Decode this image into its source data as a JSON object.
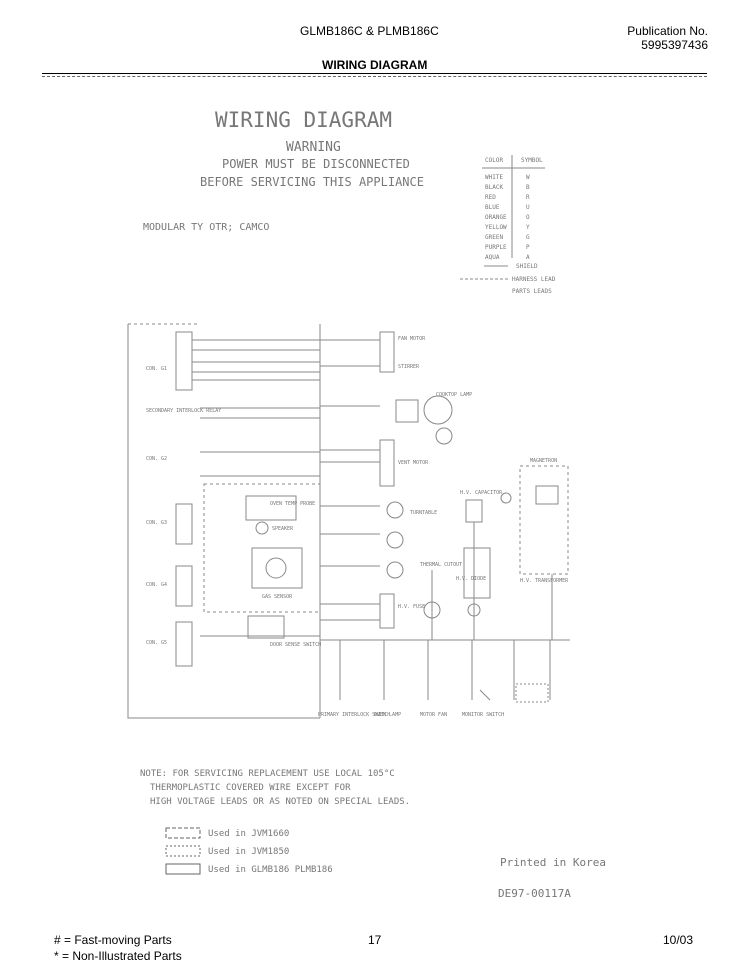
{
  "header": {
    "model": "GLMB186C & PLMB186C",
    "publication_label": "Publication No.",
    "publication_number": "5995397436",
    "section_title": "WIRING DIAGRAM"
  },
  "diagram": {
    "title": "WIRING DIAGRAM",
    "warning": "WARNING",
    "warning_line1": "POWER MUST BE DISCONNECTED",
    "warning_line2": "BEFORE SERVICING THIS APPLIANCE",
    "module": "MODULAR TY OTR; CAMCO",
    "color_table_header": [
      "COLOR",
      "SYMBOL"
    ],
    "color_table": [
      [
        "WHITE",
        "W"
      ],
      [
        "BLACK",
        "B"
      ],
      [
        "RED",
        "R"
      ],
      [
        "BLUE",
        "U"
      ],
      [
        "ORANGE",
        "O"
      ],
      [
        "YELLOW",
        "Y"
      ],
      [
        "GREEN",
        "G"
      ],
      [
        "PURPLE",
        "P"
      ],
      [
        "AQUA",
        "A"
      ]
    ],
    "shield_note": "SHIELD",
    "harness_note": "HARNESS LEAD",
    "parts_note": "PARTS LEADS",
    "labels": {
      "cont_g1": "CON. G1",
      "secondary": "SECONDARY INTERLOCK RELAY",
      "cont_g2": "CON. G2",
      "cont_g3": "CON. G3",
      "cont_g4": "CON. G4",
      "cont_g5": "CON. G5",
      "temp_probe": "OVEN TEMP PROBE",
      "speaker": "SPEAKER",
      "gas_sensor": "GAS SENSOR",
      "door_sensor": "DOOR SENSE SWITCH",
      "fan_motor": "FAN MOTOR",
      "stirrer": "STIRRER",
      "turntable": "TURNTABLE",
      "vent_motor": "VENT MOTOR",
      "cooktop": "COOKTOP LAMP",
      "thermal": "THERMAL CUTOUT",
      "primary_interlock": "PRIMARY INTERLOCK SWITCH",
      "oven_lamp": "OVEN LAMP",
      "motor_fan": "MOTOR FAN",
      "monitor": "MONITOR SWITCH",
      "hv_capacitor": "H.V. CAPACITOR",
      "magnetron": "MAGNETRON",
      "hv_transformer": "H.V. TRANSFORMER",
      "hv_diode": "H.V. DIODE",
      "hv_fuse": "H.V. FUSE"
    },
    "note_line1": "NOTE: FOR SERVICING REPLACEMENT USE LOCAL 105°C",
    "note_line2": "THERMOPLASTIC COVERED WIRE EXCEPT FOR",
    "note_line3": "HIGH VOLTAGE LEADS OR AS NOTED ON SPECIAL LEADS.",
    "legend": [
      "Used in JVM1660",
      "Used in JVM1850",
      "Used in GLMB186 PLMB186"
    ],
    "printed_in": "Printed in Korea",
    "part_code": "DE97-00117A"
  },
  "footer": {
    "fast_moving": "#  =  Fast-moving Parts",
    "non_illustrated": "*  =  Non-Illustrated Parts",
    "page": "17",
    "date": "10/03"
  }
}
